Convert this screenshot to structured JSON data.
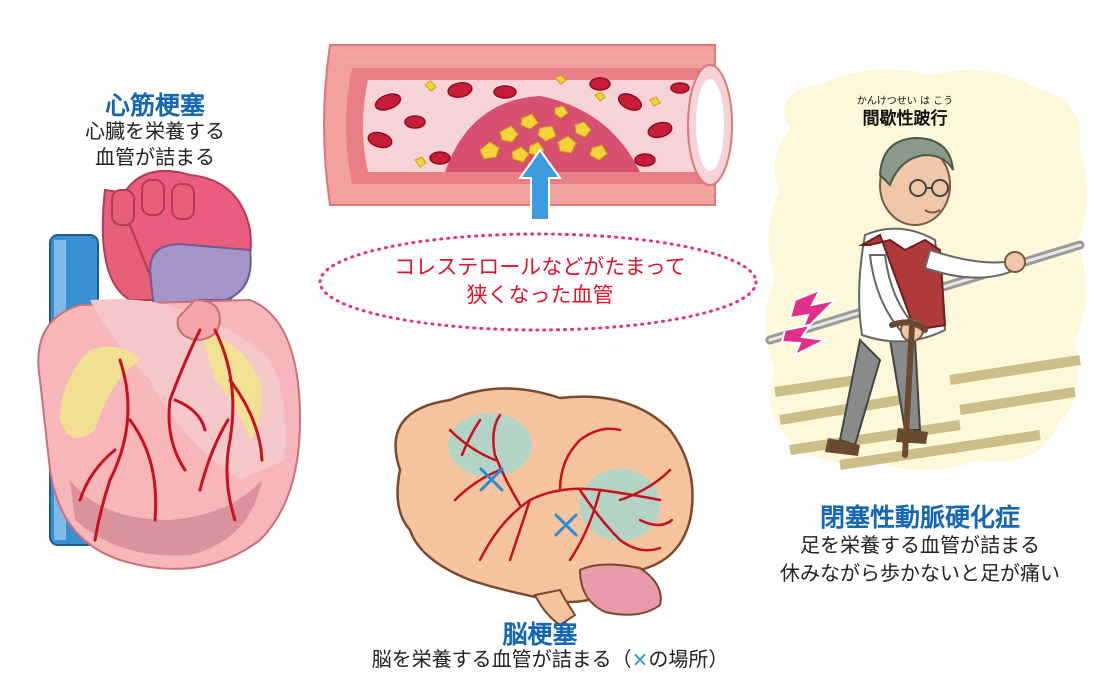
{
  "heart": {
    "title": "心筋梗塞",
    "desc_line1": "心臓を栄養する",
    "desc_line2": "血管が詰まる"
  },
  "vessel": {
    "caption_line1": "コレステロールなどがたまって",
    "caption_line2": "狭くなった血管"
  },
  "brain": {
    "title": "脳梗塞",
    "desc_before": "脳を栄養する血管が詰まる（",
    "desc_mark": "×",
    "desc_after": "の場所）"
  },
  "leg": {
    "ruby": "かんけつせい は こう",
    "term": "間歇性跛行",
    "title": "閉塞性動脈硬化症",
    "desc_line1": "足を栄養する血管が詰まる",
    "desc_line2": "休みながら歩かないと足が痛い"
  }
}
